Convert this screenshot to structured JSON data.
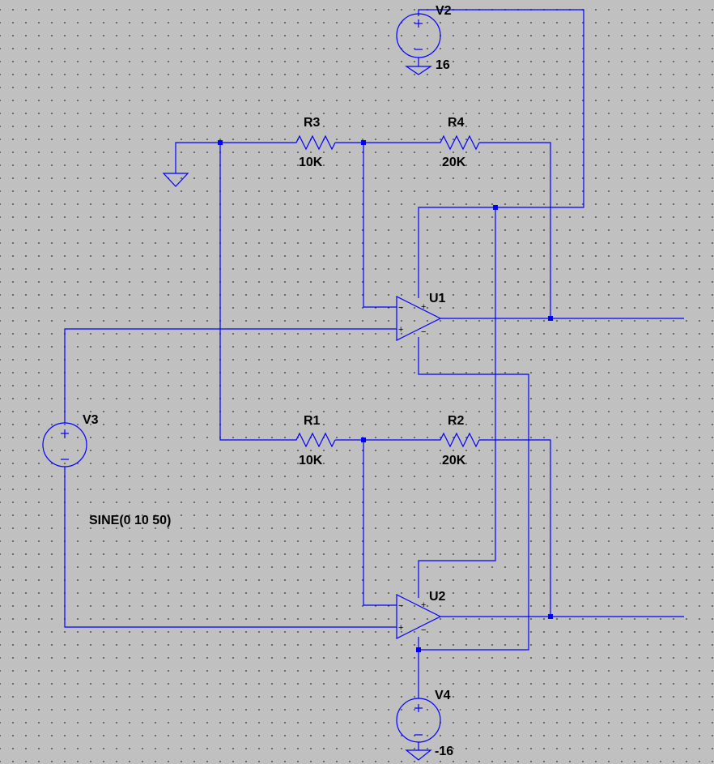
{
  "components": {
    "V2": {
      "name": "V2",
      "value": "16"
    },
    "V3": {
      "name": "V3",
      "value": "SINE(0 10 50)"
    },
    "V4": {
      "name": "V4",
      "value": "-16"
    },
    "R1": {
      "name": "R1",
      "value": "10K"
    },
    "R2": {
      "name": "R2",
      "value": "20K"
    },
    "R3": {
      "name": "R3",
      "value": "10K"
    },
    "R4": {
      "name": "R4",
      "value": "20K"
    },
    "U1": {
      "name": "U1"
    },
    "U2": {
      "name": "U2"
    }
  },
  "pins": {
    "plus": "+",
    "minus": "−"
  },
  "colors": {
    "wire": "#0000ff",
    "background": "#c0c0c0",
    "text": "#000000"
  }
}
